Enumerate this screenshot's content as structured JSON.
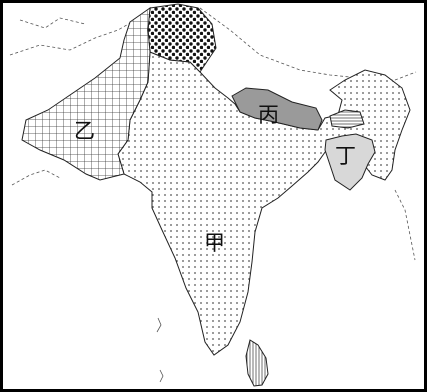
{
  "map": {
    "labels": {
      "jia": "甲",
      "yi": "乙",
      "bing": "丙",
      "ding": "丁"
    },
    "colors": {
      "border": "#000000",
      "outline": "#222222",
      "bing_fill": "#9a9a9a",
      "ding_fill": "#d8d8d8",
      "background": "#ffffff"
    },
    "patterns": {
      "jia": "dotted-fine",
      "yi": "grid-hatch",
      "kashmir": "dotted-dense",
      "sri_lanka": "vertical-lines",
      "bhutan": "horizontal-lines"
    }
  }
}
